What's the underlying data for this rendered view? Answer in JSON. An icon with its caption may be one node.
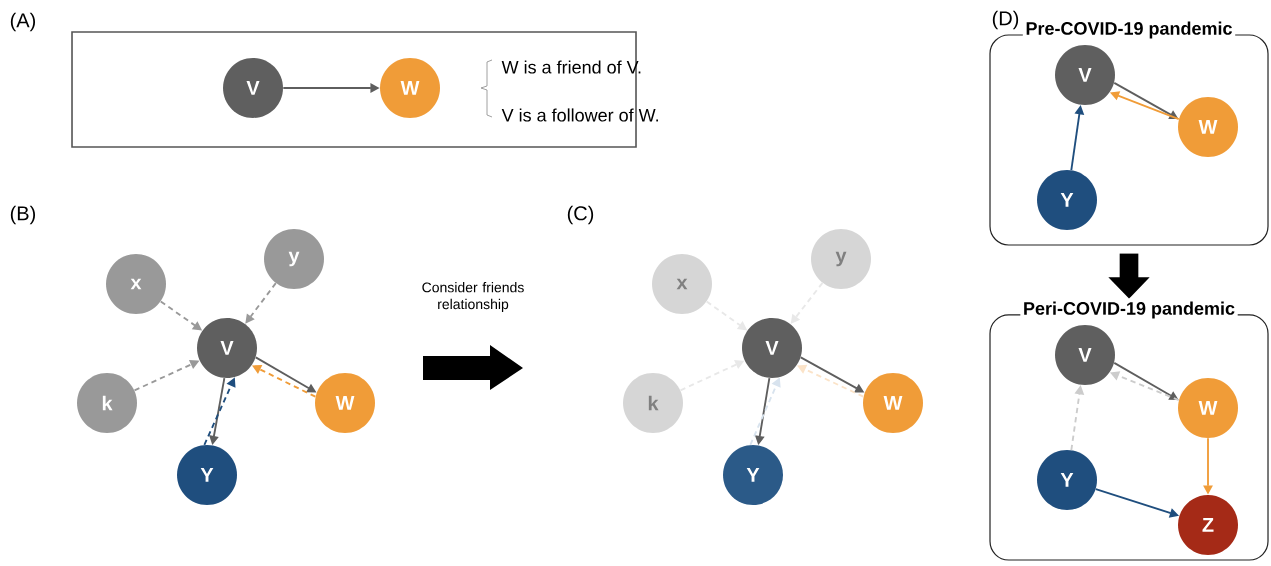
{
  "diagram": {
    "nodes": [
      {
        "text": [],
        "shape": "box"
      },
      {
        "text": [
          "V"
        ],
        "in": 0
      },
      {
        "text": [
          "W"
        ],
        "in": 0
      },
      {
        "text": [
          "x"
        ]
      },
      {
        "text": [
          "y"
        ]
      },
      {
        "text": [
          "V"
        ]
      },
      {
        "text": [
          "k"
        ]
      },
      {
        "text": [
          "W"
        ]
      },
      {
        "text": [
          "Y"
        ]
      },
      {
        "text": [
          "x"
        ]
      },
      {
        "text": [
          "y"
        ]
      },
      {
        "text": [
          "V"
        ]
      },
      {
        "text": [
          "k"
        ]
      },
      {
        "text": [
          "W"
        ]
      },
      {
        "text": [
          "Y"
        ]
      },
      {
        "text": [
          "Pre-COVID-19 pandemic"
        ]
      },
      {
        "text": [
          "V"
        ],
        "in": 15
      },
      {
        "text": [
          "W"
        ],
        "in": 15
      },
      {
        "text": [
          "Y"
        ],
        "in": 15
      },
      {
        "text": [
          "Peri-COVID-19 pandemic"
        ]
      },
      {
        "text": [
          "V"
        ],
        "in": 19
      },
      {
        "text": [
          "W"
        ],
        "in": 19
      },
      {
        "text": [
          "Y"
        ],
        "in": 19
      },
      {
        "text": [
          "Z"
        ],
        "in": 19
      }
    ],
    "edges": [
      {
        "from": 1,
        "to": 2,
        "arrow": "to"
      },
      {
        "from": 3,
        "to": 5,
        "arrow": "to",
        "style": "dashed",
        "color": "#999999"
      },
      {
        "from": 4,
        "to": 5,
        "arrow": "to",
        "style": "dashed",
        "color": "#999999"
      },
      {
        "from": 6,
        "to": 5,
        "arrow": "to",
        "style": "dashed",
        "color": "#999999"
      },
      {
        "from": 5,
        "to": 7,
        "arrow": "to"
      },
      {
        "from": 7,
        "to": 5,
        "arrow": "to",
        "style": "dashed",
        "color": "#f09c38"
      },
      {
        "from": 5,
        "to": 8,
        "arrow": "to"
      },
      {
        "from": 8,
        "to": 5,
        "arrow": "to",
        "style": "dashed",
        "color": "#1f4e7e"
      },
      {
        "from": 9,
        "to": 11,
        "arrow": "to",
        "style": "dashed",
        "color": "#e8e8e8"
      },
      {
        "from": 10,
        "to": 11,
        "arrow": "to",
        "style": "dashed",
        "color": "#e8e8e8"
      },
      {
        "from": 12,
        "to": 11,
        "arrow": "to",
        "style": "dashed",
        "color": "#e8e8e8"
      },
      {
        "from": 11,
        "to": 13,
        "arrow": "to"
      },
      {
        "from": 13,
        "to": 11,
        "arrow": "to",
        "style": "dashed",
        "color": "#fbe3c8"
      },
      {
        "from": 11,
        "to": 14,
        "arrow": "to"
      },
      {
        "from": 14,
        "to": 11,
        "arrow": "to",
        "style": "dashed",
        "color": "#d8e3ee"
      },
      {
        "from": 16,
        "to": 17,
        "arrow": "to"
      },
      {
        "from": 17,
        "to": 16,
        "arrow": "to",
        "color": "#f09c38"
      },
      {
        "from": 18,
        "to": 16,
        "arrow": "to",
        "color": "#1f4e7e"
      },
      {
        "from": 15,
        "to": 19,
        "arrow": "to",
        "style": "thick",
        "color": "#000000"
      },
      {
        "from": 20,
        "to": 21,
        "arrow": "to"
      },
      {
        "from": 21,
        "to": 20,
        "arrow": "to",
        "style": "dashed",
        "color": "#cccccc"
      },
      {
        "from": 22,
        "to": 20,
        "arrow": "to",
        "style": "dashed",
        "color": "#cccccc"
      },
      {
        "from": 21,
        "to": 23,
        "arrow": "to",
        "color": "#f09c38"
      },
      {
        "from": 22,
        "to": 23,
        "arrow": "to",
        "color": "#1f4e7e"
      }
    ],
    "labels": [
      "(A)",
      "W is a friend of V.",
      "V is a follower of W.",
      "(B)",
      "Consider friends relationship",
      "(C)",
      "(D)"
    ]
  }
}
